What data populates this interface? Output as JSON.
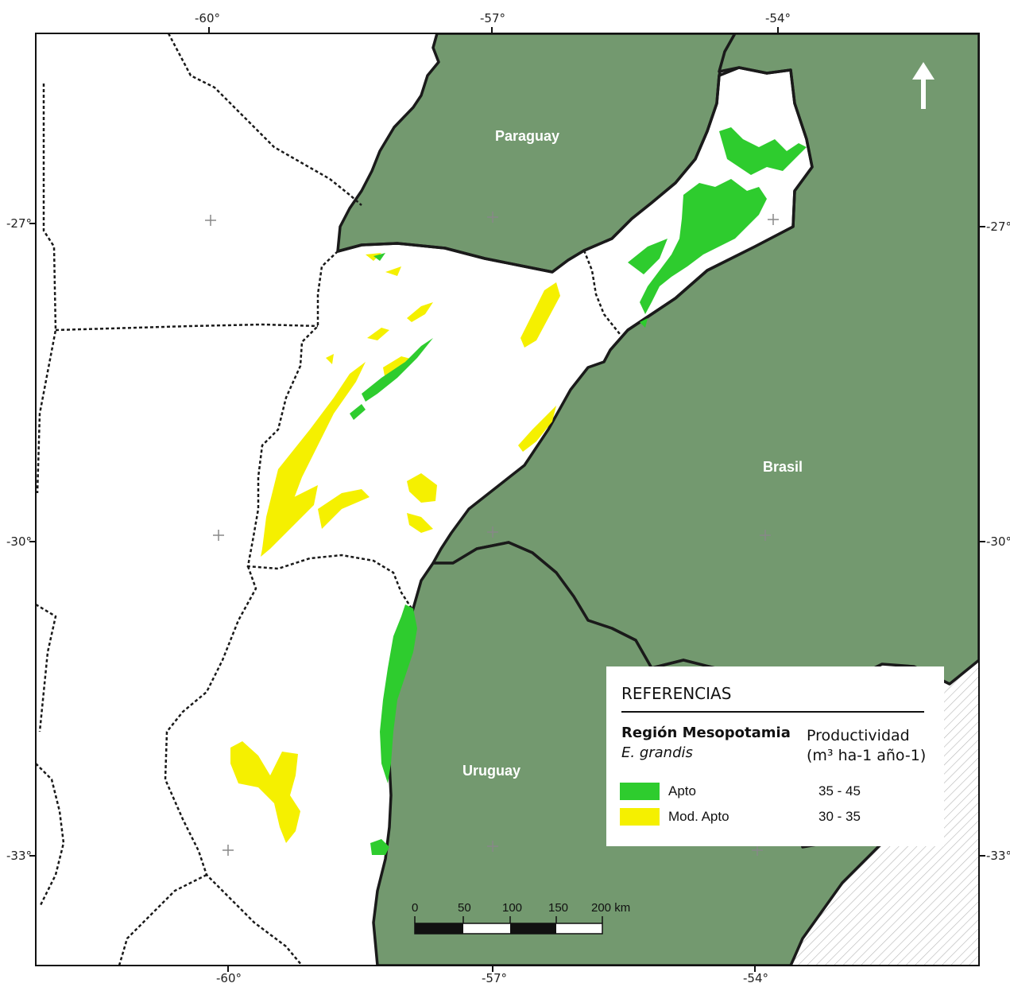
{
  "map": {
    "top_ticks": [
      "-60°",
      "-57°",
      "-54°"
    ],
    "bottom_ticks": [
      "-60°",
      "-57°",
      "-54°"
    ],
    "left_ticks": [
      "-27°",
      "-30°",
      "-33°"
    ],
    "right_ticks": [
      "-27°",
      "-30°",
      "-33°"
    ],
    "countries": {
      "paraguay": "Paraguay",
      "brasil": "Brasil",
      "uruguay": "Uruguay"
    },
    "colors": {
      "neighbor_country": "#73996f",
      "argentina": "#ffffff",
      "apto": "#2ecc2e",
      "mod_apto": "#f5f000",
      "border": "#1a1a1a"
    },
    "north_arrow": "north-arrow-icon"
  },
  "legend": {
    "title": "REFERENCIAS",
    "region": "Región Mesopotamia",
    "species": "E. grandis",
    "productivity_label": "Productividad",
    "unit_label": "(m³ ha-1 año-1)",
    "classes": [
      {
        "name": "Apto",
        "range": "35 - 45"
      },
      {
        "name": "Mod. Apto",
        "range": "30 - 35"
      }
    ]
  },
  "scale_bar": {
    "labels": [
      "0",
      "50",
      "100",
      "150",
      "200 km"
    ]
  }
}
